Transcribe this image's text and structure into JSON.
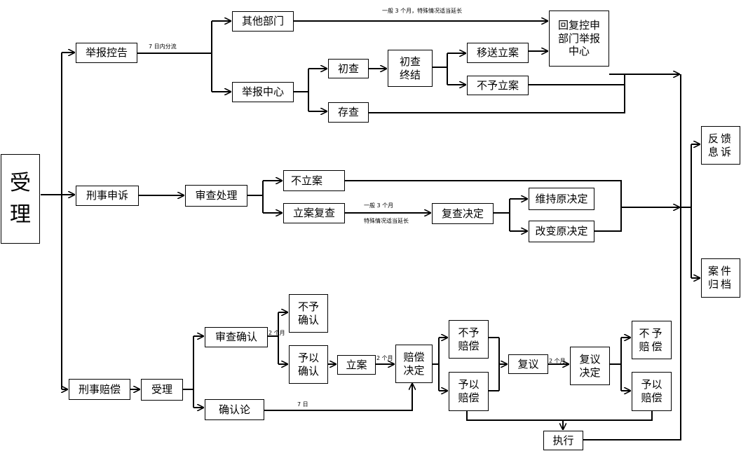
{
  "nodes": {
    "shouli": "受\n理",
    "jubao_konggao": "举报控告",
    "xingshi_shensu": "刑事申诉",
    "xingshi_peichang": "刑事赔偿",
    "qita_bumen": "其他部门",
    "jubao_zhongxin": "举报中心",
    "huifu": "回复控申\n部门举报\n中心",
    "chucha": "初查",
    "cuncha": "存查",
    "chucha_zhongjie": "初查\n终结",
    "yisong_lian": "移送立案",
    "buyu_lian": "不予立案",
    "shencha_chuli": "审查处理",
    "bu_lian": "不立案",
    "lian_fucha": "立案复查",
    "fucha_jueding": "复查决定",
    "weichi": "维持原决定",
    "gaibian": "改变原决定",
    "fankui_xinsu": "反馈\n息诉",
    "anjian_guidang": "案件\n归档",
    "shouli2": "受理",
    "shencha_queren": "审查确认",
    "queren_lun": "确认论",
    "buyu_queren": "不予\n确认",
    "yuyi_queren": "予以\n确认",
    "lian": "立案",
    "peichang_jueding": "赔偿\n决定",
    "buyu_peichang": "不予\n赔偿",
    "yuyi_peichang": "予以\n赔偿",
    "fuyi": "复议",
    "fuyi_jueding": "复议\n决定",
    "buyu_peichang2": "不予\n赔偿",
    "yuyi_peichang2": "予以\n赔偿",
    "zhixing": "执行"
  },
  "notes": {
    "seven_days_fenliu": "7 日内分流",
    "three_months_top": "一般 3 个月，特殊情况适当延长",
    "three_months_mid_a": "一般 3 个月",
    "three_months_mid_b": "特殊情况适当延长",
    "two_months_a": "2 个月",
    "two_months_b": "2 个月",
    "two_months_c": "2 个月",
    "seven_days": "7 日"
  }
}
